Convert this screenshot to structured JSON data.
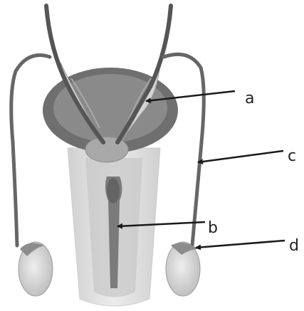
{
  "labels": {
    "a": "a",
    "b": "b",
    "c": "c",
    "d": "d"
  },
  "colors": {
    "duct": "#5a5a5a",
    "bladder": "#6f6f6f",
    "bladder_inner": "#8e8e8e",
    "vesicle": "#d4d4d4",
    "prostate": "#a3a3a3",
    "shaft_outer": "#e2e2e2",
    "shaft_mid": "#c4c4c4",
    "urethra": "#777777",
    "testis": "#d9d9d9",
    "epididymis": "#8c8c8c",
    "line": "#1a1a1a"
  }
}
